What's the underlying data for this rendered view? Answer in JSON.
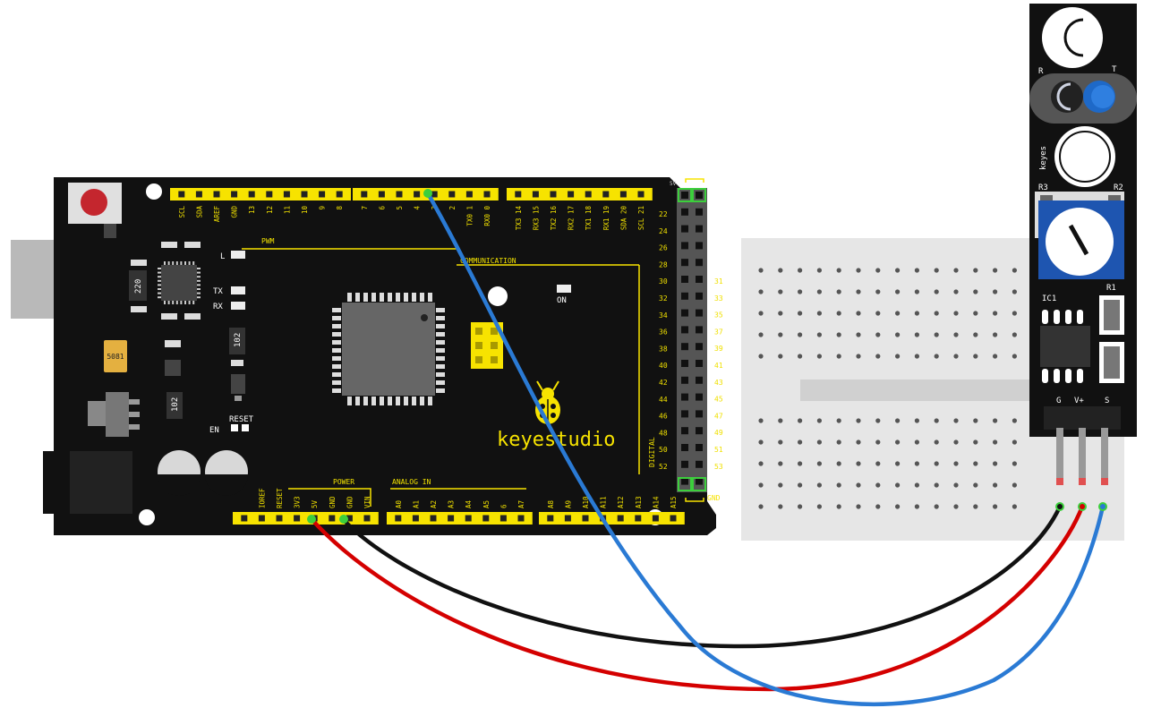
{
  "board": {
    "brand": "keyestudio",
    "pwm": "PWM",
    "communication": "COMMUNICATION",
    "power": "POWER",
    "analog_in": "ANALOG IN",
    "digital": "DIGITAL",
    "led_l": "L",
    "led_tx": "TX",
    "led_rx": "RX",
    "led_on": "ON",
    "en": "EN",
    "reset": "RESET",
    "v5_small": "5V",
    "gnd_right": "GND",
    "chip_220": "220",
    "chip_102a": "102",
    "chip_102b": "102",
    "crystal": "5081",
    "top_pins_left": [
      "SCL",
      "SDA",
      "AREF",
      "GND",
      "13",
      "12",
      "11",
      "10",
      "9",
      "8"
    ],
    "top_pins_mid": [
      "7",
      "6",
      "5",
      "4",
      "3",
      "2",
      "TX0 1",
      "RX0 0"
    ],
    "top_pins_right": [
      "TX3 14",
      "RX3 15",
      "TX2 16",
      "RX2 17",
      "TX1 18",
      "RX1 19",
      "SDA 20",
      "SCL 21"
    ],
    "power_pins": [
      "IOREF",
      "RESET",
      "3V3",
      "5V",
      "GND",
      "GND",
      "VIN"
    ],
    "analog_pins_left": [
      "A0",
      "A1",
      "A2",
      "A3",
      "A4",
      "A5",
      "6",
      "A7"
    ],
    "analog_pins_right": [
      "A8",
      "A9",
      "A10",
      "A11",
      "A12",
      "A13",
      "A14",
      "A15"
    ],
    "digital_left": [
      "22",
      "24",
      "26",
      "28",
      "30",
      "32",
      "34",
      "36",
      "38",
      "40",
      "42",
      "44",
      "46",
      "48",
      "50",
      "52"
    ],
    "digital_right": [
      "31",
      "33",
      "35",
      "37",
      "39",
      "41",
      "43",
      "45",
      "47",
      "49",
      "51",
      "53"
    ]
  },
  "sensor": {
    "brand": "keyes",
    "r": "R",
    "t": "T",
    "r3": "R3",
    "r2": "R2",
    "r1": "R1",
    "ic1": "IC1",
    "pin_g": "G",
    "pin_v": "V+",
    "pin_s": "S"
  },
  "colors": {
    "board": "#111111",
    "header": "#f7e300",
    "wire_black": "#111111",
    "wire_red": "#d40000",
    "wire_blue": "#2a7ad4",
    "breadboard": "#e6e6e6"
  }
}
